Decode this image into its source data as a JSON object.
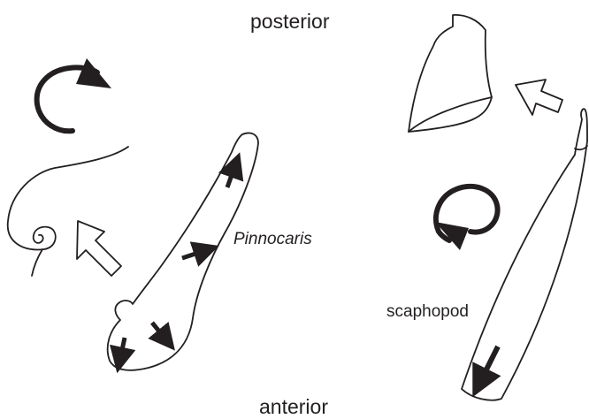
{
  "labels": {
    "posterior": "posterior",
    "anterior": "anterior",
    "pinnocaris": "Pinnocaris",
    "scaphopod": "scaphopod"
  },
  "colors": {
    "ink": "#231f20",
    "background": "#ffffff"
  }
}
